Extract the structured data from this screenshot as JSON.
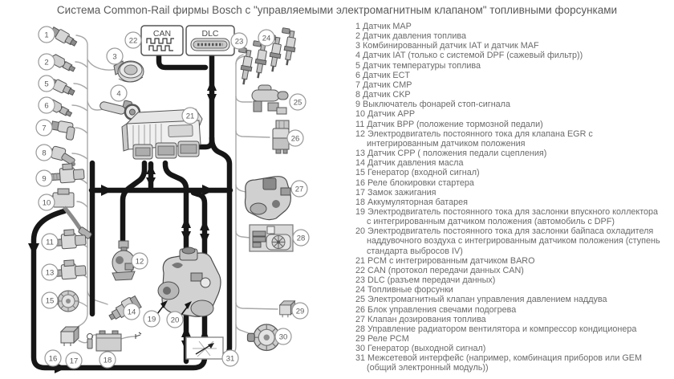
{
  "title": "Система Common-Rail фирмы Bosch с \"управляемыми электромагнитным клапаном\" топливными форсунками",
  "diagram": {
    "can_label": "CAN",
    "dlc_label": "DLC",
    "markers": {
      "m1": "1",
      "m2": "2",
      "m3": "3",
      "m4": "4",
      "m5": "5",
      "m6": "6",
      "m7": "7",
      "m8": "8",
      "m9": "9",
      "m10": "10",
      "m11": "11",
      "m12": "12",
      "m13": "13",
      "m14": "14",
      "m15": "15",
      "m16": "16",
      "m17": "17",
      "m18": "18",
      "m19": "19",
      "m20": "20",
      "m21": "21",
      "m22": "22",
      "m23": "23",
      "m24": "24",
      "m25": "25",
      "m26": "26",
      "m27": "27",
      "m28": "28",
      "m29": "29",
      "m30": "30",
      "m31": "31"
    }
  },
  "legend": {
    "items": [
      {
        "n": "1",
        "text": "Датчик MAP"
      },
      {
        "n": "2",
        "text": "Датчик давления топлива"
      },
      {
        "n": "3",
        "text": "Комбинированный датчик IAT и датчик MAF"
      },
      {
        "n": "4",
        "text": "Датчик IAT (только с системой DPF (сажевый фильтр))"
      },
      {
        "n": "5",
        "text": "Датчик температуры топлива"
      },
      {
        "n": "6",
        "text": "Датчик ECT"
      },
      {
        "n": "7",
        "text": "Датчик CMP"
      },
      {
        "n": "8",
        "text": "Датчик CKP"
      },
      {
        "n": "9",
        "text": "Выключатель фонарей стоп-сигнала"
      },
      {
        "n": "10",
        "text": "Датчик APP"
      },
      {
        "n": "11",
        "text": "Датчик BPP (положение тормозной педали)"
      },
      {
        "n": "12",
        "text": "Электродвигатель постоянного тока для клапана EGR с интегрированным датчиком положения"
      },
      {
        "n": "13",
        "text": "Датчик CPP ( положения педали сцепления)"
      },
      {
        "n": "14",
        "text": "Датчик давления масла"
      },
      {
        "n": "15",
        "text": "Генератор (входной сигнал)"
      },
      {
        "n": "16",
        "text": "Реле блокировки стартера"
      },
      {
        "n": "17",
        "text": "Замок зажигания"
      },
      {
        "n": "18",
        "text": "Аккумуляторная батарея"
      },
      {
        "n": "19",
        "text": "Электродвигатель постоянного тока для заслонки впускного коллектора с интегрированным датчиком положения (автомобиль с DPF)"
      },
      {
        "n": "20",
        "text": "Электродвигатель постоянного тока для заслонки байпаса охладителя наддувочного воздуха с интегрированным датчиком положения (ступень стандарта выбросов IV)"
      },
      {
        "n": "21",
        "text": "PCM с интегрированным датчиком BARO"
      },
      {
        "n": "22",
        "text": "CAN (протокол передачи данных CAN)"
      },
      {
        "n": "23",
        "text": "DLC (разъем передачи данных)"
      },
      {
        "n": "24",
        "text": "Топливные форсунки"
      },
      {
        "n": "25",
        "text": "Электромагнитный клапан управления давлением наддува"
      },
      {
        "n": "26",
        "text": "Блок управления свечами подогрева"
      },
      {
        "n": "27",
        "text": "Клапан дозирования топлива"
      },
      {
        "n": "28",
        "text": "Управление радиатором вентилятора и компрессор кондиционера"
      },
      {
        "n": "29",
        "text": "Реле PCM"
      },
      {
        "n": "30",
        "text": "Генератор (выходной сигнал)"
      },
      {
        "n": "31",
        "text": "Межсетевой интерфейс (например, комбинация приборов или GEM (общий электронный модуль))"
      }
    ]
  },
  "colors": {
    "wire_thick": "#161616",
    "wire_thin": "#a8a8a8",
    "legend_text": "#6a6a6a",
    "title_text": "#595959"
  }
}
